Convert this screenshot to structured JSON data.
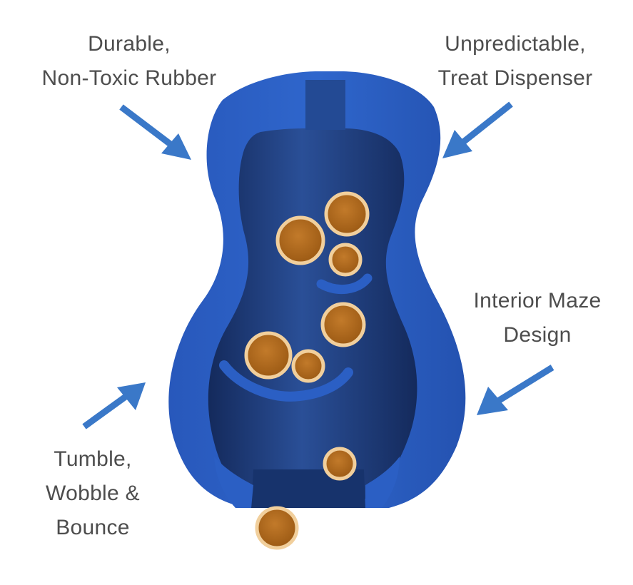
{
  "labels": {
    "top_left": {
      "line1": "Durable,",
      "line2": "Non-Toxic Rubber"
    },
    "top_right": {
      "line1": "Unpredictable,",
      "line2": "Treat Dispenser"
    },
    "middle_right": {
      "line1": "Interior Maze",
      "line2": "Design"
    },
    "bottom_left": {
      "line1": "Tumble,",
      "line2": "Wobble &",
      "line3": "Bounce"
    }
  },
  "colors": {
    "text": "#4d4d4d",
    "arrow": "#3a78c8",
    "shell": "#2b5fc4",
    "interior": "#1f3f80",
    "treat_fill": "#b46a1c",
    "treat_ring": "#f1cf9c"
  },
  "icons": [
    "arrow-icon",
    "treat-icon"
  ]
}
